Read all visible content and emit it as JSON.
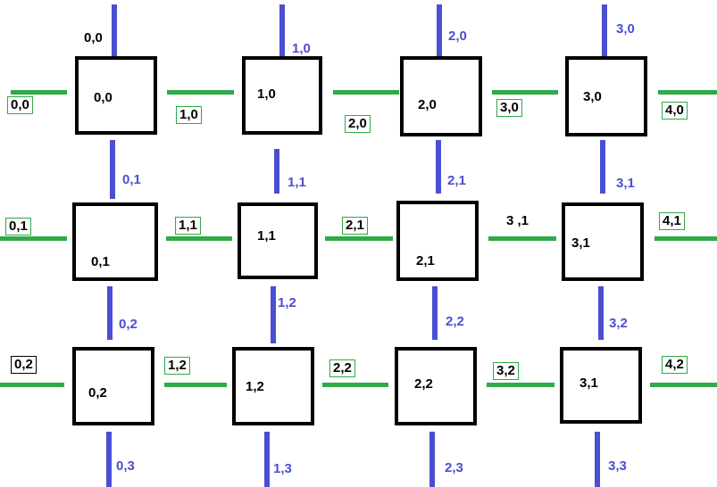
{
  "cells": [
    {
      "row": 0,
      "col": 0,
      "label": "0,0"
    },
    {
      "row": 0,
      "col": 1,
      "label": "1,0"
    },
    {
      "row": 0,
      "col": 2,
      "label": "2,0"
    },
    {
      "row": 0,
      "col": 3,
      "label": "3,0"
    },
    {
      "row": 1,
      "col": 0,
      "label": "0,1"
    },
    {
      "row": 1,
      "col": 1,
      "label": "1,1"
    },
    {
      "row": 1,
      "col": 2,
      "label": "2,1"
    },
    {
      "row": 1,
      "col": 3,
      "label": "3,1"
    },
    {
      "row": 2,
      "col": 0,
      "label": "0,2"
    },
    {
      "row": 2,
      "col": 1,
      "label": "1,2"
    },
    {
      "row": 2,
      "col": 2,
      "label": "2,2"
    },
    {
      "row": 2,
      "col": 3,
      "label": "3,1"
    }
  ],
  "vertical_edges": [
    {
      "label": "0,0"
    },
    {
      "label": "1,0"
    },
    {
      "label": "2,0"
    },
    {
      "label": "3,0"
    },
    {
      "label": "0,1"
    },
    {
      "label": "1,1"
    },
    {
      "label": "2,1"
    },
    {
      "label": "3,1"
    },
    {
      "label": "0,2"
    },
    {
      "label": "1,2"
    },
    {
      "label": "2,2"
    },
    {
      "label": "3,2"
    },
    {
      "label": "0,3"
    },
    {
      "label": "1,3"
    },
    {
      "label": "2,3"
    },
    {
      "label": "3,3"
    }
  ],
  "horizontal_edges": [
    {
      "label": "0,0"
    },
    {
      "label": "1,0"
    },
    {
      "label": "2,0"
    },
    {
      "label": "3,0"
    },
    {
      "label": "4,0"
    },
    {
      "label": "0,1"
    },
    {
      "label": "1,1"
    },
    {
      "label": "2,1"
    },
    {
      "label": "3 ,1"
    },
    {
      "label": "4,1"
    },
    {
      "label": "0,2"
    },
    {
      "label": "1,2"
    },
    {
      "label": "2,2"
    },
    {
      "label": "3,2"
    },
    {
      "label": "4,2"
    }
  ],
  "colors": {
    "vertical_edge": "#4a4fd1",
    "horizontal_edge": "#2faa47",
    "cell_border": "#000000"
  }
}
